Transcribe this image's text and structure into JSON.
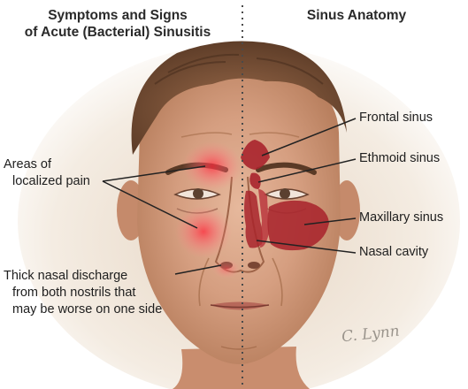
{
  "titles": {
    "left": [
      "Symptoms and Signs",
      "of Acute (Bacterial) Sinusitis"
    ],
    "right": "Sinus Anatomy"
  },
  "labels": {
    "pain": [
      "Areas of",
      "localized pain"
    ],
    "discharge": [
      "Thick nasal discharge",
      "from both nostrils that",
      "may be worse on one side"
    ],
    "frontal": "Frontal sinus",
    "ethmoid": "Ethmoid sinus",
    "maxillary": "Maxillary sinus",
    "nasal": "Nasal cavity"
  },
  "signature": "C. Lynn",
  "colors": {
    "skin": "#d9a386",
    "hair": "#7a5238",
    "pain_glow": "#ff3a4a",
    "sinus_fill": "#a8242c",
    "leader": "#222222"
  }
}
